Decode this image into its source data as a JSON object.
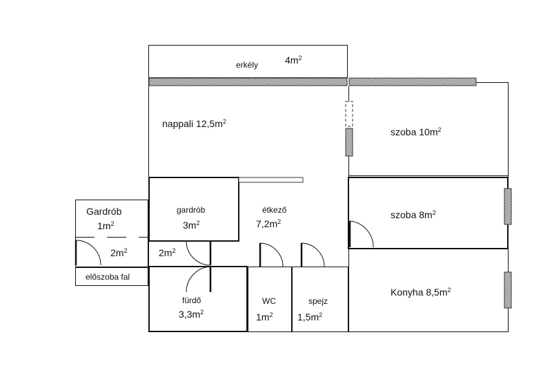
{
  "plan": {
    "rooms": [
      {
        "id": "erkely",
        "name": "erkély",
        "area": "4m",
        "exp": "2"
      },
      {
        "id": "nappali",
        "name": "nappali 12,5m",
        "exp": "2"
      },
      {
        "id": "szoba10",
        "name": "szoba 10m",
        "exp": "2"
      },
      {
        "id": "szoba8",
        "name": "szoba 8m",
        "exp": "2"
      },
      {
        "id": "gardrob_inner",
        "name": "gardrób",
        "area": "3m",
        "exp": "2"
      },
      {
        "id": "etkezo",
        "name": "étkező",
        "area": "7,2m",
        "exp": "2"
      },
      {
        "id": "gardrob_outer",
        "name": "Gardrób",
        "area": "1m",
        "exp": "2"
      },
      {
        "id": "hall_small",
        "area": "2m",
        "exp": "2"
      },
      {
        "id": "hall_mid",
        "area": "2m",
        "exp": "2"
      },
      {
        "id": "eloszoba_fal",
        "name": "előszoba fal"
      },
      {
        "id": "furdo",
        "name": "fürdő",
        "area": "3,3m",
        "exp": "2"
      },
      {
        "id": "wc",
        "name": "WC",
        "area": "1m",
        "exp": "2"
      },
      {
        "id": "spejz",
        "name": "spejz",
        "area": "1,5m",
        "exp": "2"
      },
      {
        "id": "konyha",
        "name": "Konyha 8,5m",
        "exp": "2"
      }
    ]
  }
}
